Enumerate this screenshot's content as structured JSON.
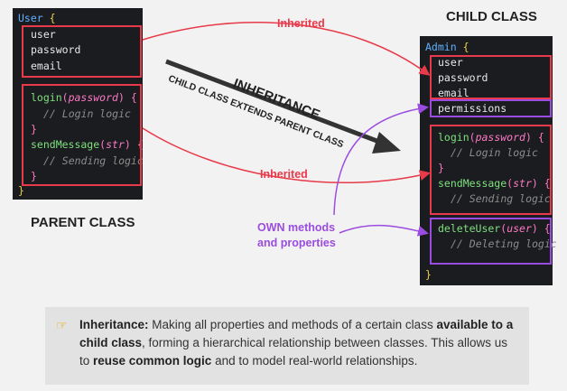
{
  "parent": {
    "heading": "PARENT CLASS",
    "class_name": "User",
    "open_brace": "{",
    "close_brace": "}",
    "properties": [
      "user",
      "password",
      "email"
    ],
    "methods": [
      {
        "name": "login",
        "param": "password",
        "comment": "// Login logic"
      },
      {
        "name": "sendMessage",
        "param": "str",
        "comment": "// Sending logic"
      }
    ]
  },
  "child": {
    "heading": "CHILD CLASS",
    "class_name": "Admin",
    "open_brace": "{",
    "close_brace": "}",
    "properties": [
      "user",
      "password",
      "email"
    ],
    "own_property": "permissions",
    "methods": [
      {
        "name": "login",
        "param": "password",
        "comment": "// Login logic"
      },
      {
        "name": "sendMessage",
        "param": "str",
        "comment": "// Sending logic"
      }
    ],
    "own_method": {
      "name": "deleteUser",
      "param": "user",
      "comment": "// Deleting logic"
    }
  },
  "inherited_label_top": "Inherited",
  "inherited_label_bottom": "Inherited",
  "inheritance_title": "INHERITANCE",
  "inheritance_subtitle": "CHILD CLASS EXTENDS PARENT CLASS",
  "own_label_line1": "OWN methods",
  "own_label_line2": "and properties",
  "callout": {
    "term": "Inheritance:",
    "text1": " Making all properties and methods of a certain class ",
    "strong1": "available to a child class",
    "text2": ", forming a hierarchical relationship between classes. This allows us to ",
    "strong2": "reuse common logic",
    "text3": " and to model real-world relationships."
  },
  "colors": {
    "inherited": "#e83a4a",
    "own": "#9b4ce0",
    "code_bg": "#1b1c1f",
    "callout_bg": "#e2e2e2"
  }
}
